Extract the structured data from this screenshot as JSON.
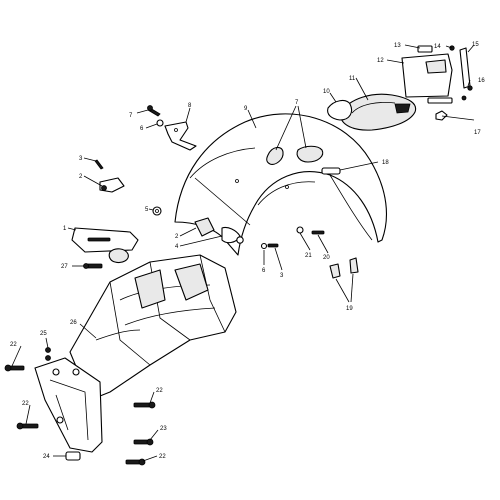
{
  "diagram": {
    "callouts": [
      {
        "id": "c13",
        "text": "13"
      },
      {
        "id": "c14",
        "text": "14"
      },
      {
        "id": "c15",
        "text": "15"
      },
      {
        "id": "c12",
        "text": "12"
      },
      {
        "id": "c16",
        "text": "16"
      },
      {
        "id": "c17",
        "text": "17"
      },
      {
        "id": "c11",
        "text": "11"
      },
      {
        "id": "c10",
        "text": "10"
      },
      {
        "id": "c9",
        "text": "9"
      },
      {
        "id": "c7a",
        "text": "7"
      },
      {
        "id": "c8",
        "text": "8"
      },
      {
        "id": "c7b",
        "text": "7"
      },
      {
        "id": "c6a",
        "text": "6"
      },
      {
        "id": "c18",
        "text": "18"
      },
      {
        "id": "c3a",
        "text": "3"
      },
      {
        "id": "c2a",
        "text": "2"
      },
      {
        "id": "c5",
        "text": "5"
      },
      {
        "id": "c2b",
        "text": "2"
      },
      {
        "id": "c4",
        "text": "4"
      },
      {
        "id": "c1",
        "text": "1"
      },
      {
        "id": "c21",
        "text": "21"
      },
      {
        "id": "c20",
        "text": "20"
      },
      {
        "id": "c6b",
        "text": "6"
      },
      {
        "id": "c3b",
        "text": "3"
      },
      {
        "id": "c27",
        "text": "27"
      },
      {
        "id": "c19",
        "text": "19"
      },
      {
        "id": "c26",
        "text": "26"
      },
      {
        "id": "c25",
        "text": "25"
      },
      {
        "id": "c22a",
        "text": "22"
      },
      {
        "id": "c22b",
        "text": "22"
      },
      {
        "id": "c22c",
        "text": "22"
      },
      {
        "id": "c22d",
        "text": "22"
      },
      {
        "id": "c23",
        "text": "23"
      },
      {
        "id": "c24",
        "text": "24"
      }
    ]
  }
}
